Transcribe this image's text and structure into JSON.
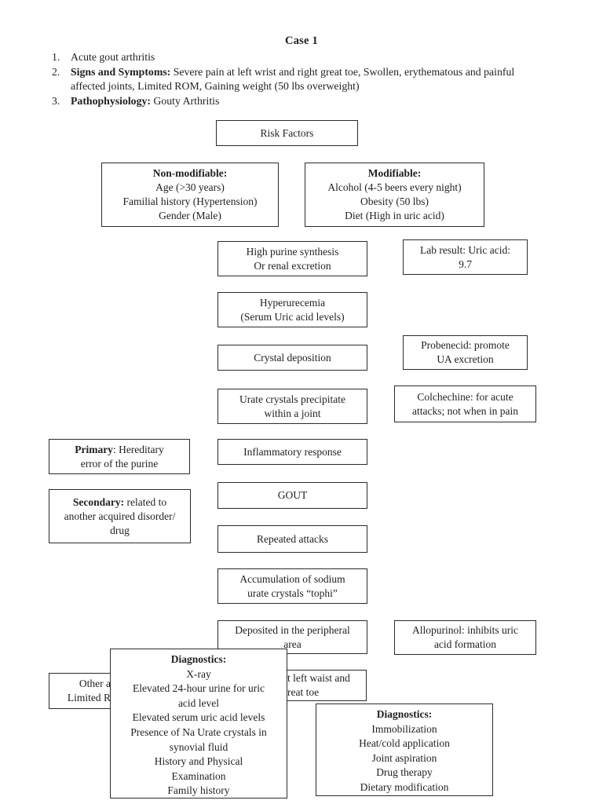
{
  "doc": {
    "title": "Case 1",
    "list": [
      {
        "marker": "1.",
        "bold": "",
        "line1": "Acute gout arthritis",
        "line2": ""
      },
      {
        "marker": "2.",
        "bold": "Signs and Symptoms:",
        "line1": " Severe pain at left wrist and right great toe, Swollen, erythematous and painful",
        "line2": "affected joints, Limited ROM, Gaining weight (50 lbs overweight)"
      },
      {
        "marker": "3.",
        "bold": "Pathophysiology:",
        "line1": " Gouty Arthritis",
        "line2": ""
      }
    ]
  },
  "flow": {
    "risk_factors": {
      "line1": "Risk Factors"
    },
    "non_modifiable": {
      "header": "Non-modifiable:",
      "lines": [
        "Age (>30 years)",
        "Familial history (Hypertension)",
        "Gender (Male)"
      ]
    },
    "modifiable": {
      "header": "Modifiable:",
      "lines": [
        "Alcohol (4-5 beers every night)",
        "Obesity (50 lbs)",
        "Diet (High in uric acid)"
      ]
    },
    "high_purine": {
      "line1": "High purine synthesis",
      "line2": "Or renal excretion"
    },
    "lab_result": {
      "line1": "Lab result: Uric acid:",
      "line2": "9.7"
    },
    "hyperurecemia": {
      "line1": "Hyperurecemia",
      "line2": "(Serum Uric acid levels)"
    },
    "crystal_deposition": {
      "line1": "Crystal deposition"
    },
    "probenecid": {
      "line1": "Probenecid: promote",
      "line2": "UA excretion"
    },
    "urate_crystals": {
      "line1": "Urate crystals precipitate",
      "line2": "within a joint"
    },
    "colchechine": {
      "line1": "Colchechine: for acute",
      "line2": "attacks; not when in pain"
    },
    "primary": {
      "bold": "Primary",
      "rest": ": Hereditary",
      "line2": "error of the purine"
    },
    "inflammatory": {
      "line1": "Inflammatory response"
    },
    "secondary": {
      "bold": "Secondary:",
      "rest": " related to",
      "line2": "another acquired disorder/",
      "line3": "drug"
    },
    "gout": {
      "line1": "GOUT"
    },
    "repeated_attacks": {
      "line1": "Repeated attacks"
    },
    "accumulation": {
      "line1": "Accumulation of sodium",
      "line2": "urate crystals “tophi”"
    },
    "deposited": {
      "line1": "Deposited in the peripheral",
      "line2": "area"
    },
    "allopurinol": {
      "line1": "Allopurinol: inhibits uric",
      "line2": "acid formation"
    },
    "partial_left": {
      "line1": "Other a",
      "line2": "Limited R"
    },
    "partial_right": {
      "line1": "t left waist and",
      "line2": "reat toe"
    },
    "diagnostics": {
      "header": "Diagnostics:",
      "lines": [
        "X-ray",
        "Elevated 24-hour urine for uric",
        "acid level",
        "Elevated serum uric acid levels",
        "Presence of Na Urate crystals in",
        "synovial fluid",
        "History and Physical",
        "Examination",
        "Family history"
      ]
    },
    "management": {
      "header": "Diagnostics:",
      "lines": [
        "Immobilization",
        "Heat/cold application",
        "Joint aspiration",
        "Drug therapy",
        "Dietary modification"
      ]
    }
  },
  "colors": {
    "text": "#1f1f1f",
    "border": "#2b2b2b",
    "page_bg": "#ffffff"
  }
}
